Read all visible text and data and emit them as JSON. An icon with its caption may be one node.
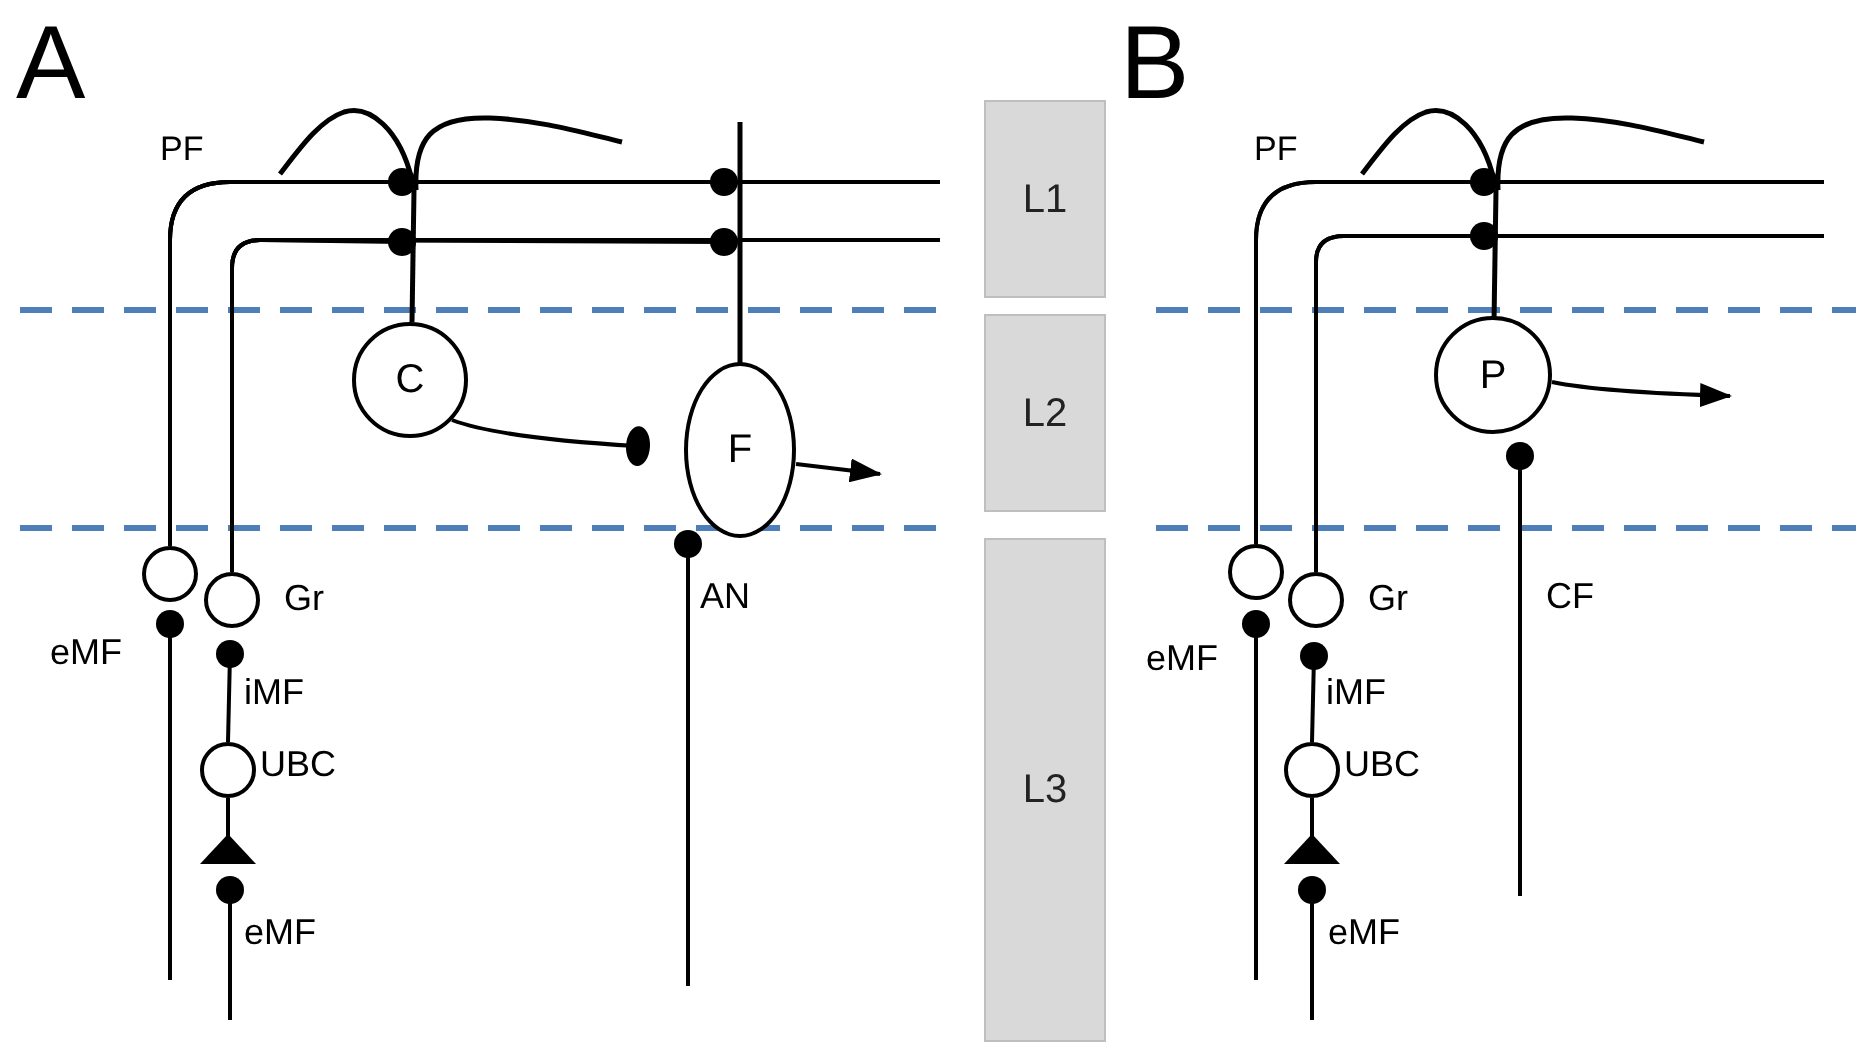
{
  "diagram": {
    "nodes": [
      {
        "text": [
          "L1"
        ]
      },
      {
        "text": [
          "L2"
        ]
      },
      {
        "text": [
          "L3"
        ]
      },
      {
        "text": [
          "C"
        ]
      },
      {
        "text": [
          "F"
        ]
      },
      {
        "text": [],
        "shape": "circle"
      },
      {
        "text": [],
        "shape": "circle",
        "beside": [
          "Gr"
        ]
      },
      {
        "text": [],
        "shape": "circle",
        "beside": [
          "UBC"
        ]
      },
      {
        "text": [
          "P"
        ]
      },
      {
        "text": [],
        "shape": "circle"
      },
      {
        "text": [],
        "shape": "circle",
        "beside": [
          "Gr"
        ]
      },
      {
        "text": [],
        "shape": "circle",
        "beside": [
          "UBC"
        ]
      }
    ],
    "edges": [
      {
        "from": 5,
        "to": 3,
        "arrow": "other"
      },
      {
        "from": 5,
        "to": 4,
        "arrow": "other"
      },
      {
        "from": 5,
        "to": null,
        "arrow": "none"
      },
      {
        "from": 6,
        "to": 3,
        "arrow": "other"
      },
      {
        "from": 6,
        "to": 4,
        "arrow": "other"
      },
      {
        "from": 6,
        "to": null,
        "arrow": "none"
      },
      {
        "from": 3,
        "to": 4,
        "arrow": "other"
      },
      {
        "from": 4,
        "to": null,
        "arrow": "to"
      },
      {
        "from": null,
        "to": 4,
        "arrow": "other",
        "label": "AN"
      },
      {
        "from": null,
        "to": 5,
        "arrow": "other",
        "label": "eMF"
      },
      {
        "from": 7,
        "to": 6,
        "arrow": "other",
        "label": "iMF"
      },
      {
        "from": null,
        "to": 7,
        "arrow": "other",
        "label": "eMF"
      },
      {
        "from": 9,
        "to": 8,
        "arrow": "other"
      },
      {
        "from": 9,
        "to": null,
        "arrow": "none"
      },
      {
        "from": 10,
        "to": 8,
        "arrow": "other"
      },
      {
        "from": 10,
        "to": null,
        "arrow": "none"
      },
      {
        "from": 8,
        "to": null,
        "arrow": "to"
      },
      {
        "from": null,
        "to": 8,
        "arrow": "other",
        "label": "CF"
      },
      {
        "from": null,
        "to": 9,
        "arrow": "other",
        "label": "eMF"
      },
      {
        "from": 11,
        "to": 10,
        "arrow": "other",
        "label": "iMF"
      },
      {
        "from": null,
        "to": 11,
        "arrow": "other",
        "label": "eMF"
      }
    ],
    "labels": [
      "A",
      "PF",
      "B",
      "PF"
    ]
  }
}
